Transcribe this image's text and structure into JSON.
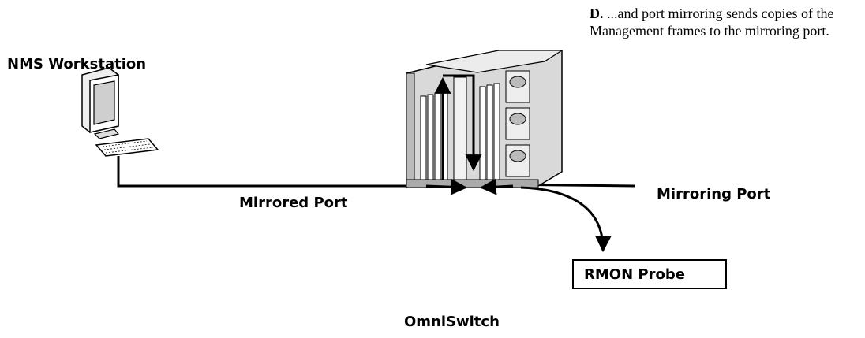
{
  "caption": {
    "step_letter": "D.",
    "line1": "...and port mirroring sends copies of the",
    "line2": "Management frames to the mirroring port."
  },
  "labels": {
    "nms_workstation": "NMS Workstation",
    "mirrored_port": "Mirrored Port",
    "mirroring_port": "Mirroring Port",
    "rmon_probe": "RMON Probe",
    "omniswitch": "OmniSwitch"
  },
  "colors": {
    "line": "#000000",
    "chassis_fill": "#d9d9d9",
    "background": "#ffffff"
  },
  "icons": [
    "workstation-icon",
    "omniswitch-chassis-icon"
  ]
}
